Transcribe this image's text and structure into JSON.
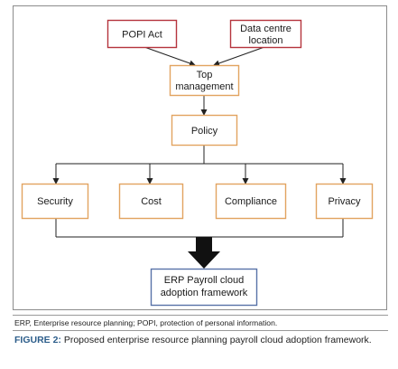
{
  "diagram": {
    "nodes": {
      "popi_act": "POPI Act",
      "data_centre_line1": "Data centre",
      "data_centre_line2": "location",
      "top_mgmt_line1": "Top",
      "top_mgmt_line2": "management",
      "policy": "Policy",
      "security": "Security",
      "cost": "Cost",
      "compliance": "Compliance",
      "privacy": "Privacy",
      "framework_line1": "ERP Payroll cloud",
      "framework_line2": "adoption framework"
    },
    "colors": {
      "red_border": "#b5343d",
      "orange_border": "#e2a460",
      "blue_border": "#5873a8",
      "line": "#222222",
      "arrow_fill": "#111111",
      "frame": "#8c8c8c"
    }
  },
  "abbreviations": "ERP, Enterprise resource planning; POPI, protection of personal information.",
  "caption": {
    "label": "FIGURE 2:",
    "text": " Proposed enterprise resource planning payroll cloud adoption framework."
  }
}
